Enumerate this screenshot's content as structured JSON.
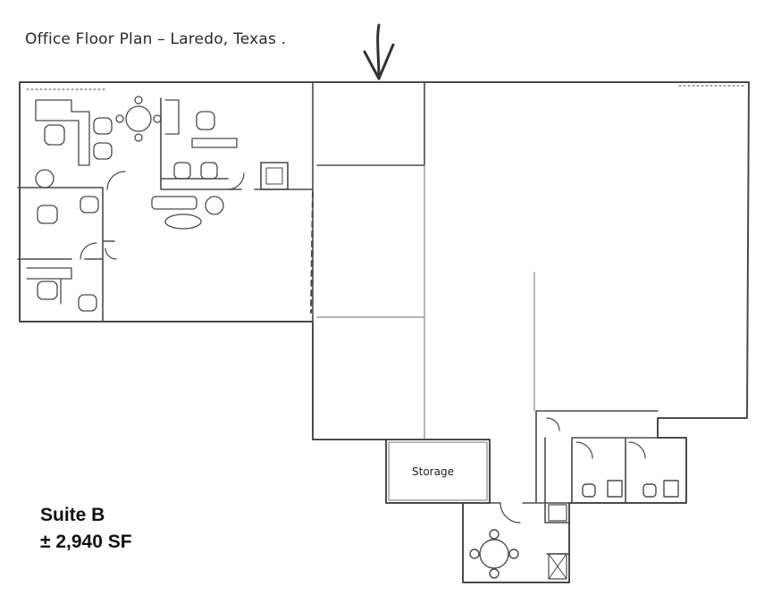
{
  "title": "Office Floor Plan – Laredo, Texas .",
  "rooms": {
    "storage": "Storage"
  },
  "suite": {
    "name": "Suite B",
    "area": "± 2,940 SF"
  },
  "icons": {
    "entrance_marker": "arrow-down-icon"
  },
  "colors": {
    "line": "#4a4a4a",
    "background": "#ffffff"
  }
}
